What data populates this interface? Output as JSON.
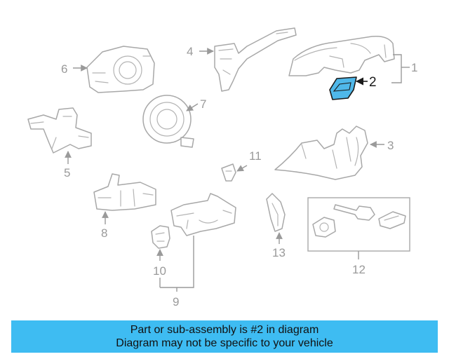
{
  "diagram": {
    "callouts": [
      "1",
      "2",
      "3",
      "4",
      "5",
      "6",
      "7",
      "8",
      "9",
      "10",
      "11",
      "12",
      "13"
    ],
    "highlighted_part": "2",
    "highlight_color": "#4fb8ea",
    "line_color": "#a8a8a8"
  },
  "banner": {
    "line1": "Part or sub-assembly is #2 in diagram",
    "line2": "Diagram may not be specific to your vehicle",
    "background": "#3ebcf2"
  }
}
